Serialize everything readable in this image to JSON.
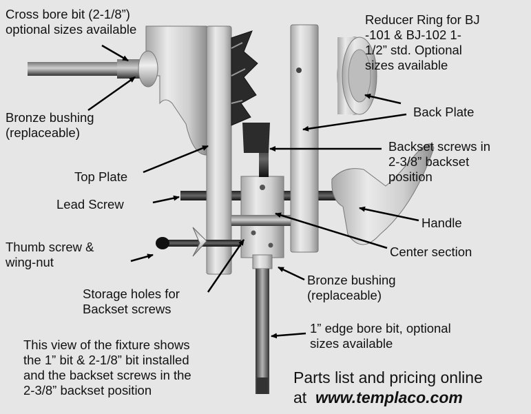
{
  "figure": {
    "background_color": "#e6e6e6",
    "metal_color": "#c9c9c9",
    "arrow_color": "#000000",
    "labels": {
      "cross_bore_bit": "Cross bore bit (2-1/8”)\noptional sizes available",
      "reducer_ring": "Reducer Ring for  BJ\n-101 & BJ-102    1-\n1/2” std. Optional\nsizes available",
      "bronze_bushing_top": "Bronze bushing\n(replaceable)",
      "back_plate": "Back Plate",
      "backset_screws": "Backset screws in\n2-3/8” backset\nposition",
      "top_plate": "Top Plate",
      "lead_screw": "Lead Screw",
      "handle": "Handle",
      "thumb_screw": "Thumb screw  &\nwing-nut",
      "center_section": "Center section",
      "bronze_bushing_bottom": "Bronze bushing\n(replaceable)",
      "storage_holes": "Storage holes for\nBackset screws",
      "edge_bore_bit": "1” edge bore bit, optional\nsizes available",
      "caption": "This view of the fixture shows\nthe 1” bit & 2-1/8” bit installed\nand the backset screws in the\n2-3/8” backset position",
      "parts_list": "Parts list and pricing online",
      "at": "at",
      "url": "www.templaco.com"
    }
  }
}
